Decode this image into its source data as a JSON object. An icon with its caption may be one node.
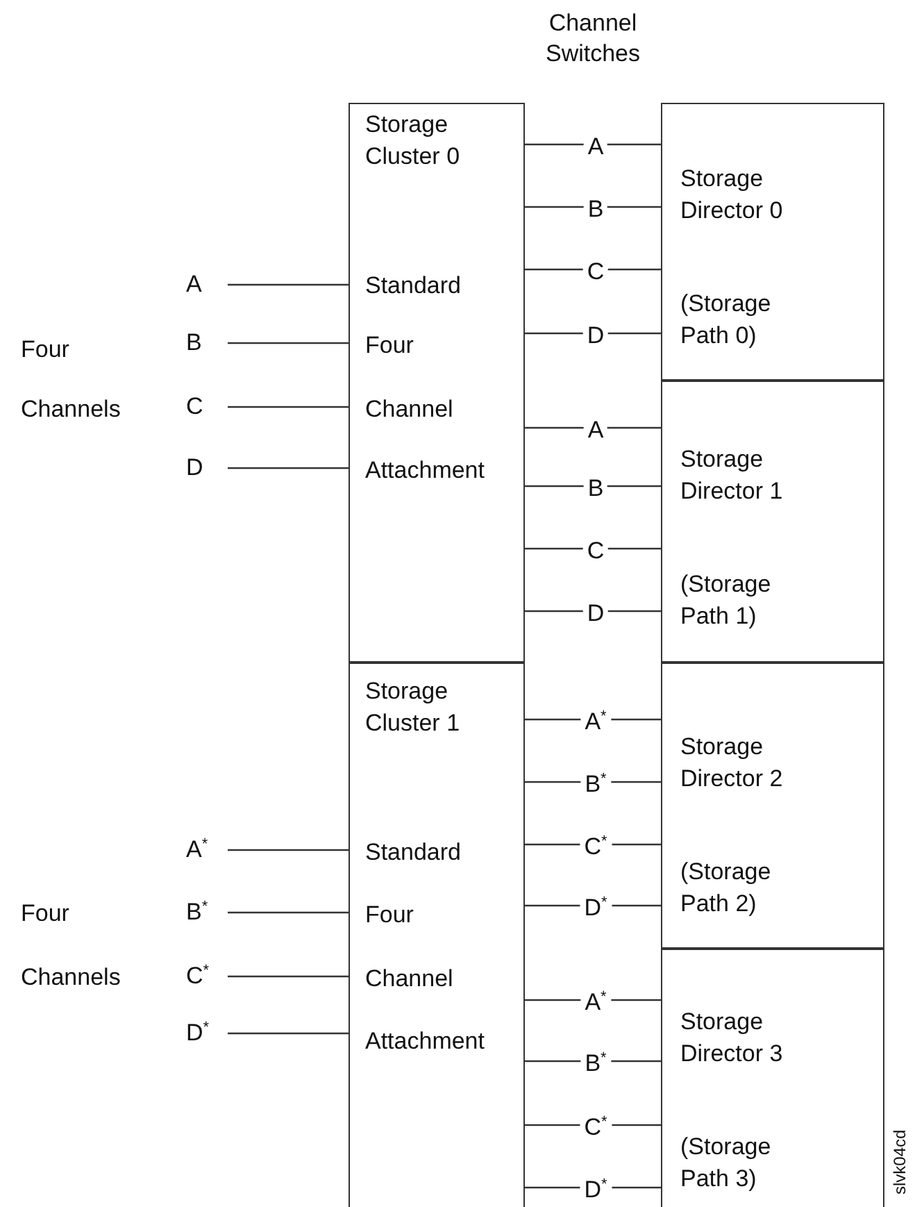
{
  "diagram": {
    "title": "Channel Switches",
    "nodes": [
      {
        "text": [
          "Storage Cluster 0",
          "Standard",
          "Four",
          "Channel",
          "Attachment"
        ]
      },
      {
        "text": [
          "Storage Director 0",
          "(Storage Path 0)"
        ]
      },
      {
        "text": [
          "Storage Director 1",
          "(Storage Path 1)"
        ]
      },
      {
        "text": [
          "A"
        ]
      },
      {
        "text": [
          "B"
        ]
      },
      {
        "text": [
          "C"
        ]
      },
      {
        "text": [
          "D"
        ]
      },
      {
        "text": [
          "Storage Cluster 1",
          "Standard",
          "Four",
          "Channel",
          "Attachment"
        ]
      },
      {
        "text": [
          "Storage Director 2",
          "(Storage Path 2)"
        ]
      },
      {
        "text": [
          "Storage Director 3",
          "(Storage Path 3)"
        ]
      },
      {
        "text": [
          "A$^{*}$"
        ]
      },
      {
        "text": [
          "B$^{*}$"
        ]
      },
      {
        "text": [
          "C$^{*}$"
        ]
      },
      {
        "text": [
          "D$^{*}$"
        ]
      }
    ],
    "edges": [
      {
        "from": 3,
        "to": 0,
        "arrow": "none"
      },
      {
        "from": 4,
        "to": 0,
        "arrow": "none"
      },
      {
        "from": 5,
        "to": 0,
        "arrow": "none"
      },
      {
        "from": 6,
        "to": 0,
        "arrow": "none"
      },
      {
        "from": 0,
        "to": 1,
        "label": "A",
        "arrow": "none"
      },
      {
        "from": 0,
        "to": 1,
        "label": "B",
        "arrow": "none"
      },
      {
        "from": 0,
        "to": 1,
        "label": "C",
        "arrow": "none"
      },
      {
        "from": 0,
        "to": 1,
        "label": "D",
        "arrow": "none"
      },
      {
        "from": 0,
        "to": 2,
        "label": "A",
        "arrow": "none"
      },
      {
        "from": 0,
        "to": 2,
        "label": "B",
        "arrow": "none"
      },
      {
        "from": 0,
        "to": 2,
        "label": "C",
        "arrow": "none"
      },
      {
        "from": 0,
        "to": 2,
        "label": "D",
        "arrow": "none"
      },
      {
        "from": 10,
        "to": 7,
        "arrow": "none"
      },
      {
        "from": 11,
        "to": 7,
        "arrow": "none"
      },
      {
        "from": 12,
        "to": 7,
        "arrow": "none"
      },
      {
        "from": 13,
        "to": 7,
        "arrow": "none"
      },
      {
        "from": 7,
        "to": 8,
        "label": "A$^{*}$",
        "arrow": "none"
      },
      {
        "from": 7,
        "to": 8,
        "label": "B$^{*}$",
        "arrow": "none"
      },
      {
        "from": 7,
        "to": 8,
        "label": "C$^{*}$",
        "arrow": "none"
      },
      {
        "from": 7,
        "to": 8,
        "label": "D$^{*}$",
        "arrow": "none"
      },
      {
        "from": 7,
        "to": 9,
        "label": "A$^{*}$",
        "arrow": "none"
      },
      {
        "from": 7,
        "to": 9,
        "label": "B$^{*}$",
        "arrow": "none"
      },
      {
        "from": 7,
        "to": 9,
        "label": "C$^{*}$",
        "arrow": "none"
      },
      {
        "from": 7,
        "to": 9,
        "label": "D$^{*}$",
        "arrow": "none"
      }
    ],
    "labels": [
      "Four",
      "Channels",
      "Four",
      "Channels",
      "slvk04cd"
    ]
  }
}
